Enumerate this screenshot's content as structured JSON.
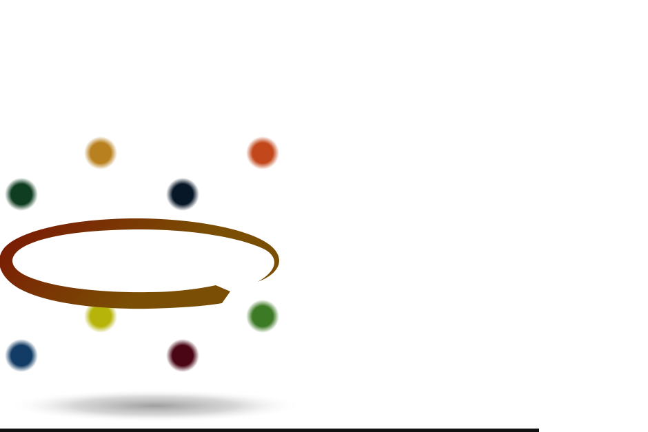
{
  "illustration": {
    "ring": {
      "gradient_start": "#7a1404",
      "gradient_end": "#7a4e04"
    },
    "spheres": [
      {
        "name": "sphere-gold",
        "color": "#b8801f"
      },
      {
        "name": "sphere-orange",
        "color": "#c2481c"
      },
      {
        "name": "sphere-dark-green",
        "color": "#0f3d21"
      },
      {
        "name": "sphere-navy",
        "color": "#071728"
      },
      {
        "name": "sphere-yellow-green",
        "color": "#b6b40a"
      },
      {
        "name": "sphere-green",
        "color": "#3d7a25"
      },
      {
        "name": "sphere-blue",
        "color": "#123c66"
      },
      {
        "name": "sphere-maroon",
        "color": "#4a0615"
      }
    ],
    "shadow": {
      "color": "#9a9a9a"
    },
    "rule": {
      "color": "#111111"
    }
  }
}
